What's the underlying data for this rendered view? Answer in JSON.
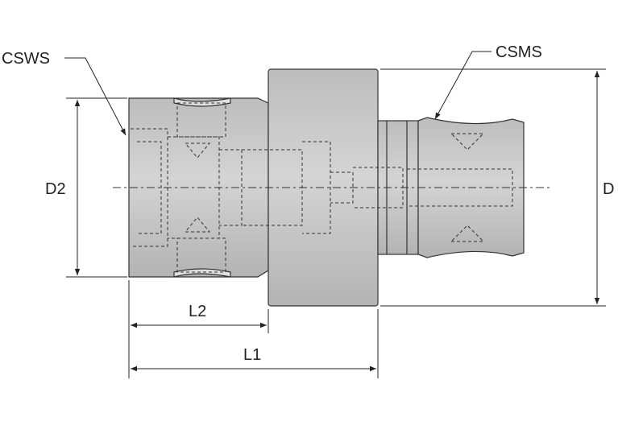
{
  "labels": {
    "csws": "CSWS",
    "csms": "CSMS",
    "d2": "D2",
    "d": "D",
    "l2": "L2",
    "l1": "L1"
  },
  "colors": {
    "body_fill": "#c9c9c9",
    "body_fill_dark": "#b9b9b9",
    "line": "#222222"
  }
}
